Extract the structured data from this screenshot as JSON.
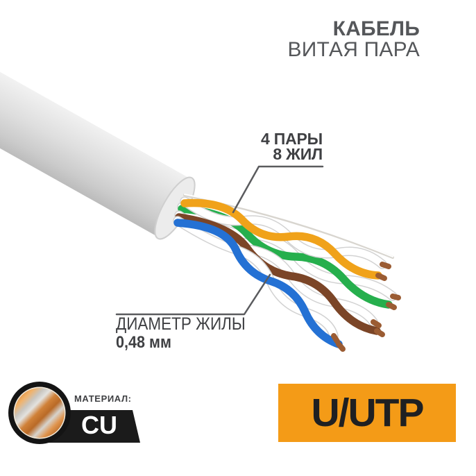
{
  "header": {
    "title": "КАБЕЛЬ",
    "subtitle": "ВИТАЯ ПАРА"
  },
  "callouts": {
    "pairs": {
      "line1": "4 ПАРЫ",
      "line2": "8 ЖИЛ"
    },
    "core_diameter": {
      "line1": "ДИАМЕТР ЖИЛЫ",
      "value": "0,48 мм"
    }
  },
  "material_badge": {
    "label": "МАТЕРИАЛ:",
    "value": "CU"
  },
  "type_badge": {
    "label": "U/UTP"
  },
  "colors": {
    "accent_orange": "#F49B17",
    "badge_text": "#1F2022",
    "title_text": "#55575A",
    "label_text": "#3F4043",
    "annotation_line": "#5A5B5E",
    "jacket_gray": "#DBDBDB",
    "wire_orange": "#F0A21A",
    "wire_green": "#26AF4D",
    "wire_blue": "#2471D4",
    "wire_brown": "#7B4527",
    "wire_white": "#FFFFFF",
    "copper_tip": "#9B5C33",
    "badge_black": "#1B1B1B"
  }
}
